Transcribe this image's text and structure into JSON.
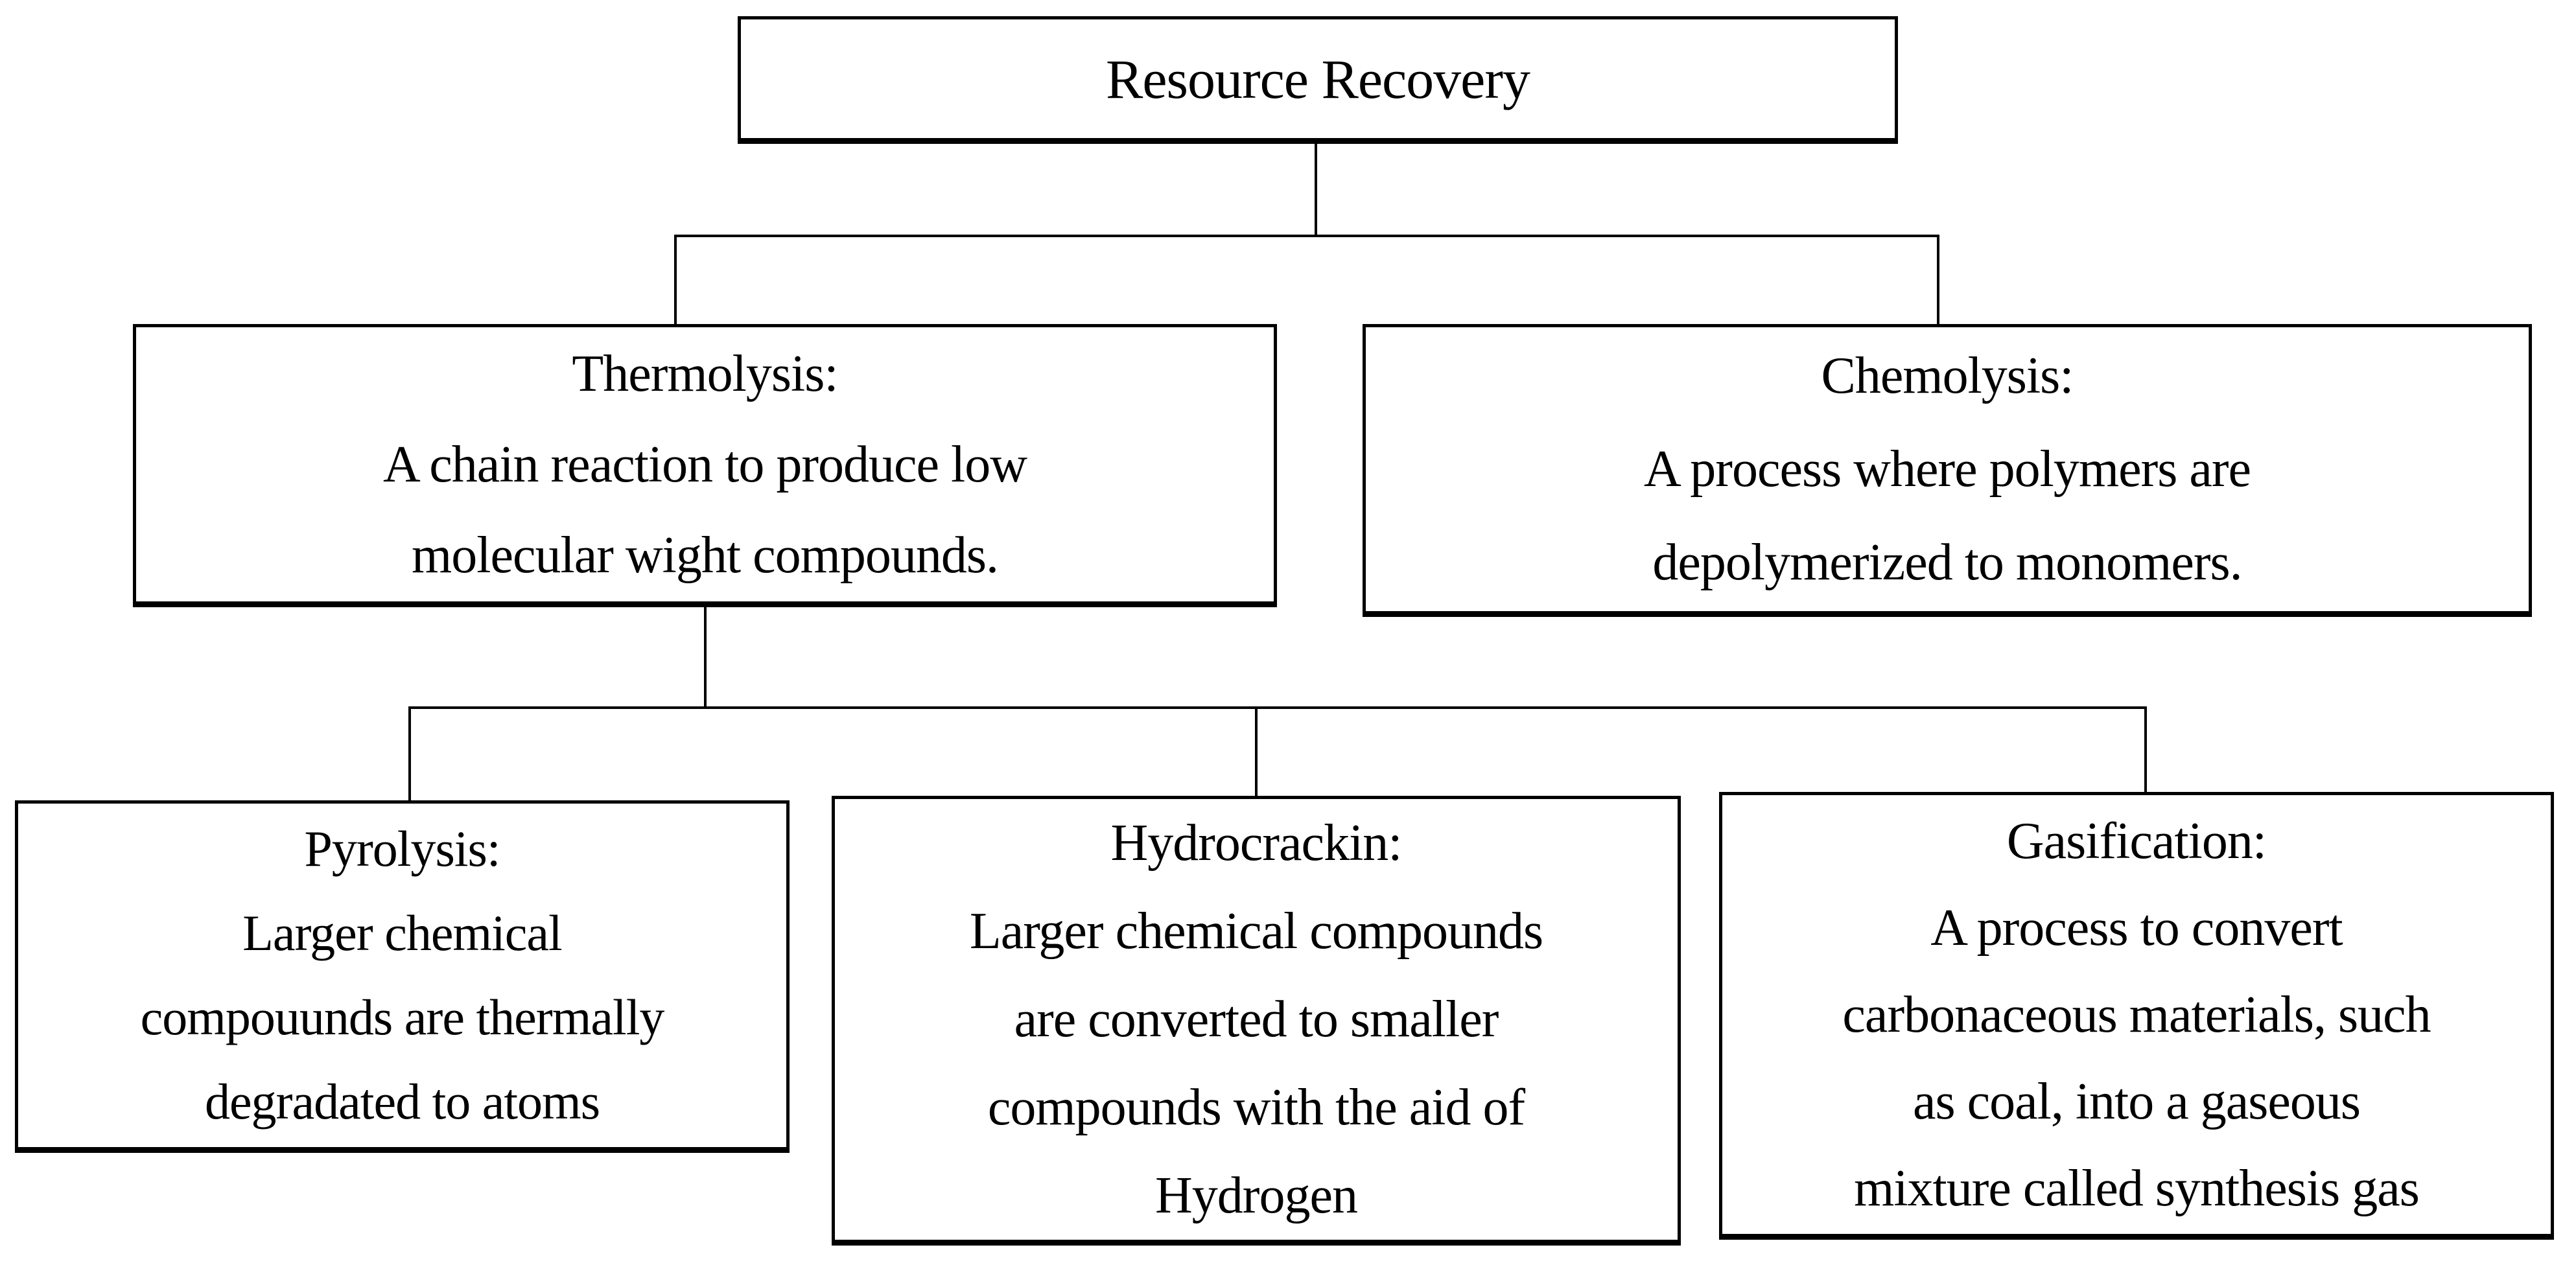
{
  "diagram": {
    "type": "flowchart",
    "colors": {
      "background": "#ffffff",
      "border": "#000000",
      "text": "#000000"
    },
    "nodes": {
      "root": {
        "title": "Resource Recovery"
      },
      "thermolysis": {
        "title": "Thermolysis:",
        "lines": [
          "A chain reaction to produce low",
          "molecular wight compounds."
        ]
      },
      "chemolysis": {
        "title": "Chemolysis:",
        "lines": [
          "A process where polymers are",
          "depolymerized to monomers."
        ]
      },
      "pyrolysis": {
        "title": "Pyrolysis:",
        "lines": [
          "Larger chemical",
          "compouunds are thermally",
          "degradated to atoms"
        ]
      },
      "hydrocracking": {
        "title": "Hydrocrackin:",
        "lines": [
          "Larger chemical compounds",
          "are converted to smaller",
          "compounds with the aid of",
          "Hydrogen"
        ]
      },
      "gasification": {
        "title": "Gasification:",
        "lines": [
          "A process to convert",
          "carbonaceous materials, such",
          "as coal, into a gaseous",
          "mixture called synthesis gas"
        ]
      }
    },
    "edges": [
      "Resource Recovery -> Thermolysis",
      "Resource Recovery -> Chemolysis",
      "Thermolysis -> Pyrolysis",
      "Thermolysis -> Hydrocrackin",
      "Thermolysis -> Gasification"
    ]
  }
}
